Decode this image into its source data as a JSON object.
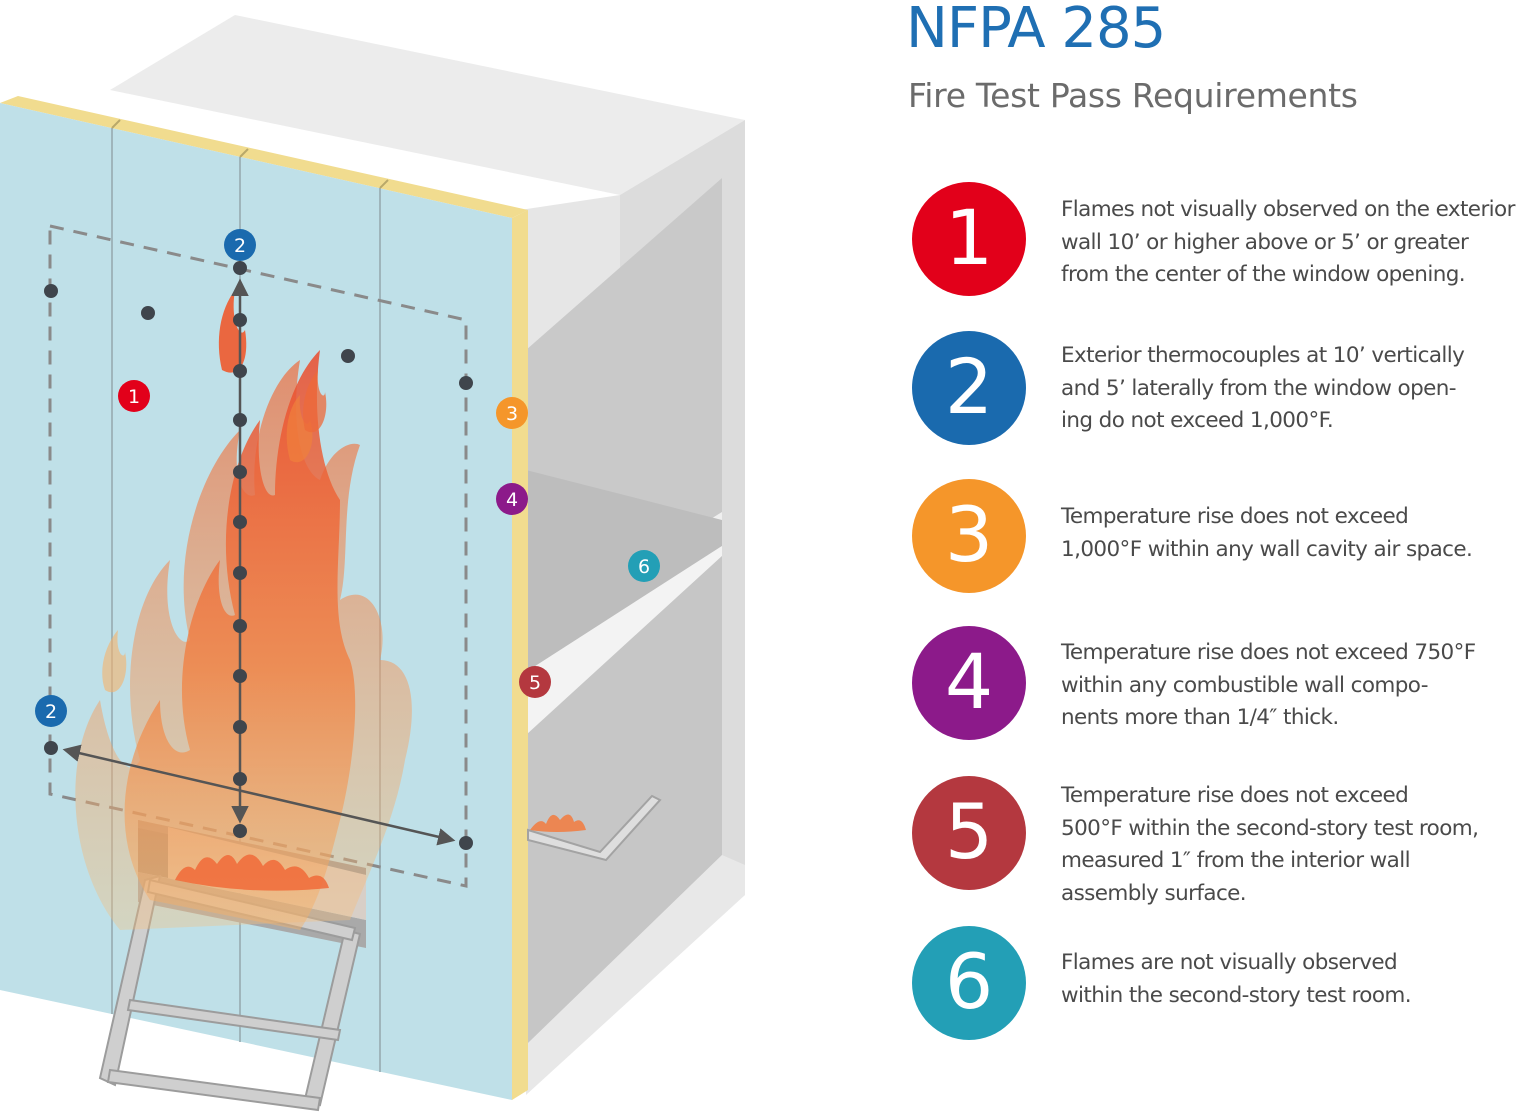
{
  "header": {
    "title": "NFPA 285",
    "subtitle": "Fire Test Pass Requirements"
  },
  "colors": {
    "title": "#1f6fb3",
    "req1": "#e2001a",
    "req2": "#1a6aae",
    "req3": "#f5962a",
    "req4": "#8c1a8a",
    "req5": "#b4383f",
    "req6": "#239fb6",
    "wall": "#bfe0e8",
    "insulation": "#f1dc8f",
    "room": "#c8c8c8",
    "frame": "#e9e9e9",
    "flame": "#f26a3c"
  },
  "requirements": [
    {
      "number": "1",
      "lines": [
        "Flames not visually observed on the exterior",
        "wall 10’ or higher above or 5’ or greater",
        "from the center of the window opening."
      ]
    },
    {
      "number": "2",
      "lines": [
        "Exterior thermocouples at 10’ vertically",
        "and 5’ laterally from the window open-",
        "ing do not exceed 1,000°F."
      ]
    },
    {
      "number": "3",
      "lines": [
        "Temperature rise does not exceed",
        "1,000°F within any wall cavity air space."
      ]
    },
    {
      "number": "4",
      "lines": [
        "Temperature rise does not exceed 750°F",
        "within any combustible wall compo-",
        "nents more than 1/4″ thick."
      ]
    },
    {
      "number": "5",
      "lines": [
        "Temperature rise does not exceed",
        "500°F within the second-story test room,",
        "measured 1″ from the interior wall",
        "assembly surface."
      ]
    },
    {
      "number": "6",
      "lines": [
        "Flames are not visually observed",
        "within the second-story test room."
      ]
    }
  ],
  "markers": [
    {
      "label": "1",
      "color": "#e2001a"
    },
    {
      "label": "2",
      "color": "#1a6aae"
    },
    {
      "label": "2",
      "color": "#1a6aae"
    },
    {
      "label": "3",
      "color": "#f5962a"
    },
    {
      "label": "4",
      "color": "#8c1a8a"
    },
    {
      "label": "5",
      "color": "#b4383f"
    },
    {
      "label": "6",
      "color": "#239fb6"
    }
  ]
}
